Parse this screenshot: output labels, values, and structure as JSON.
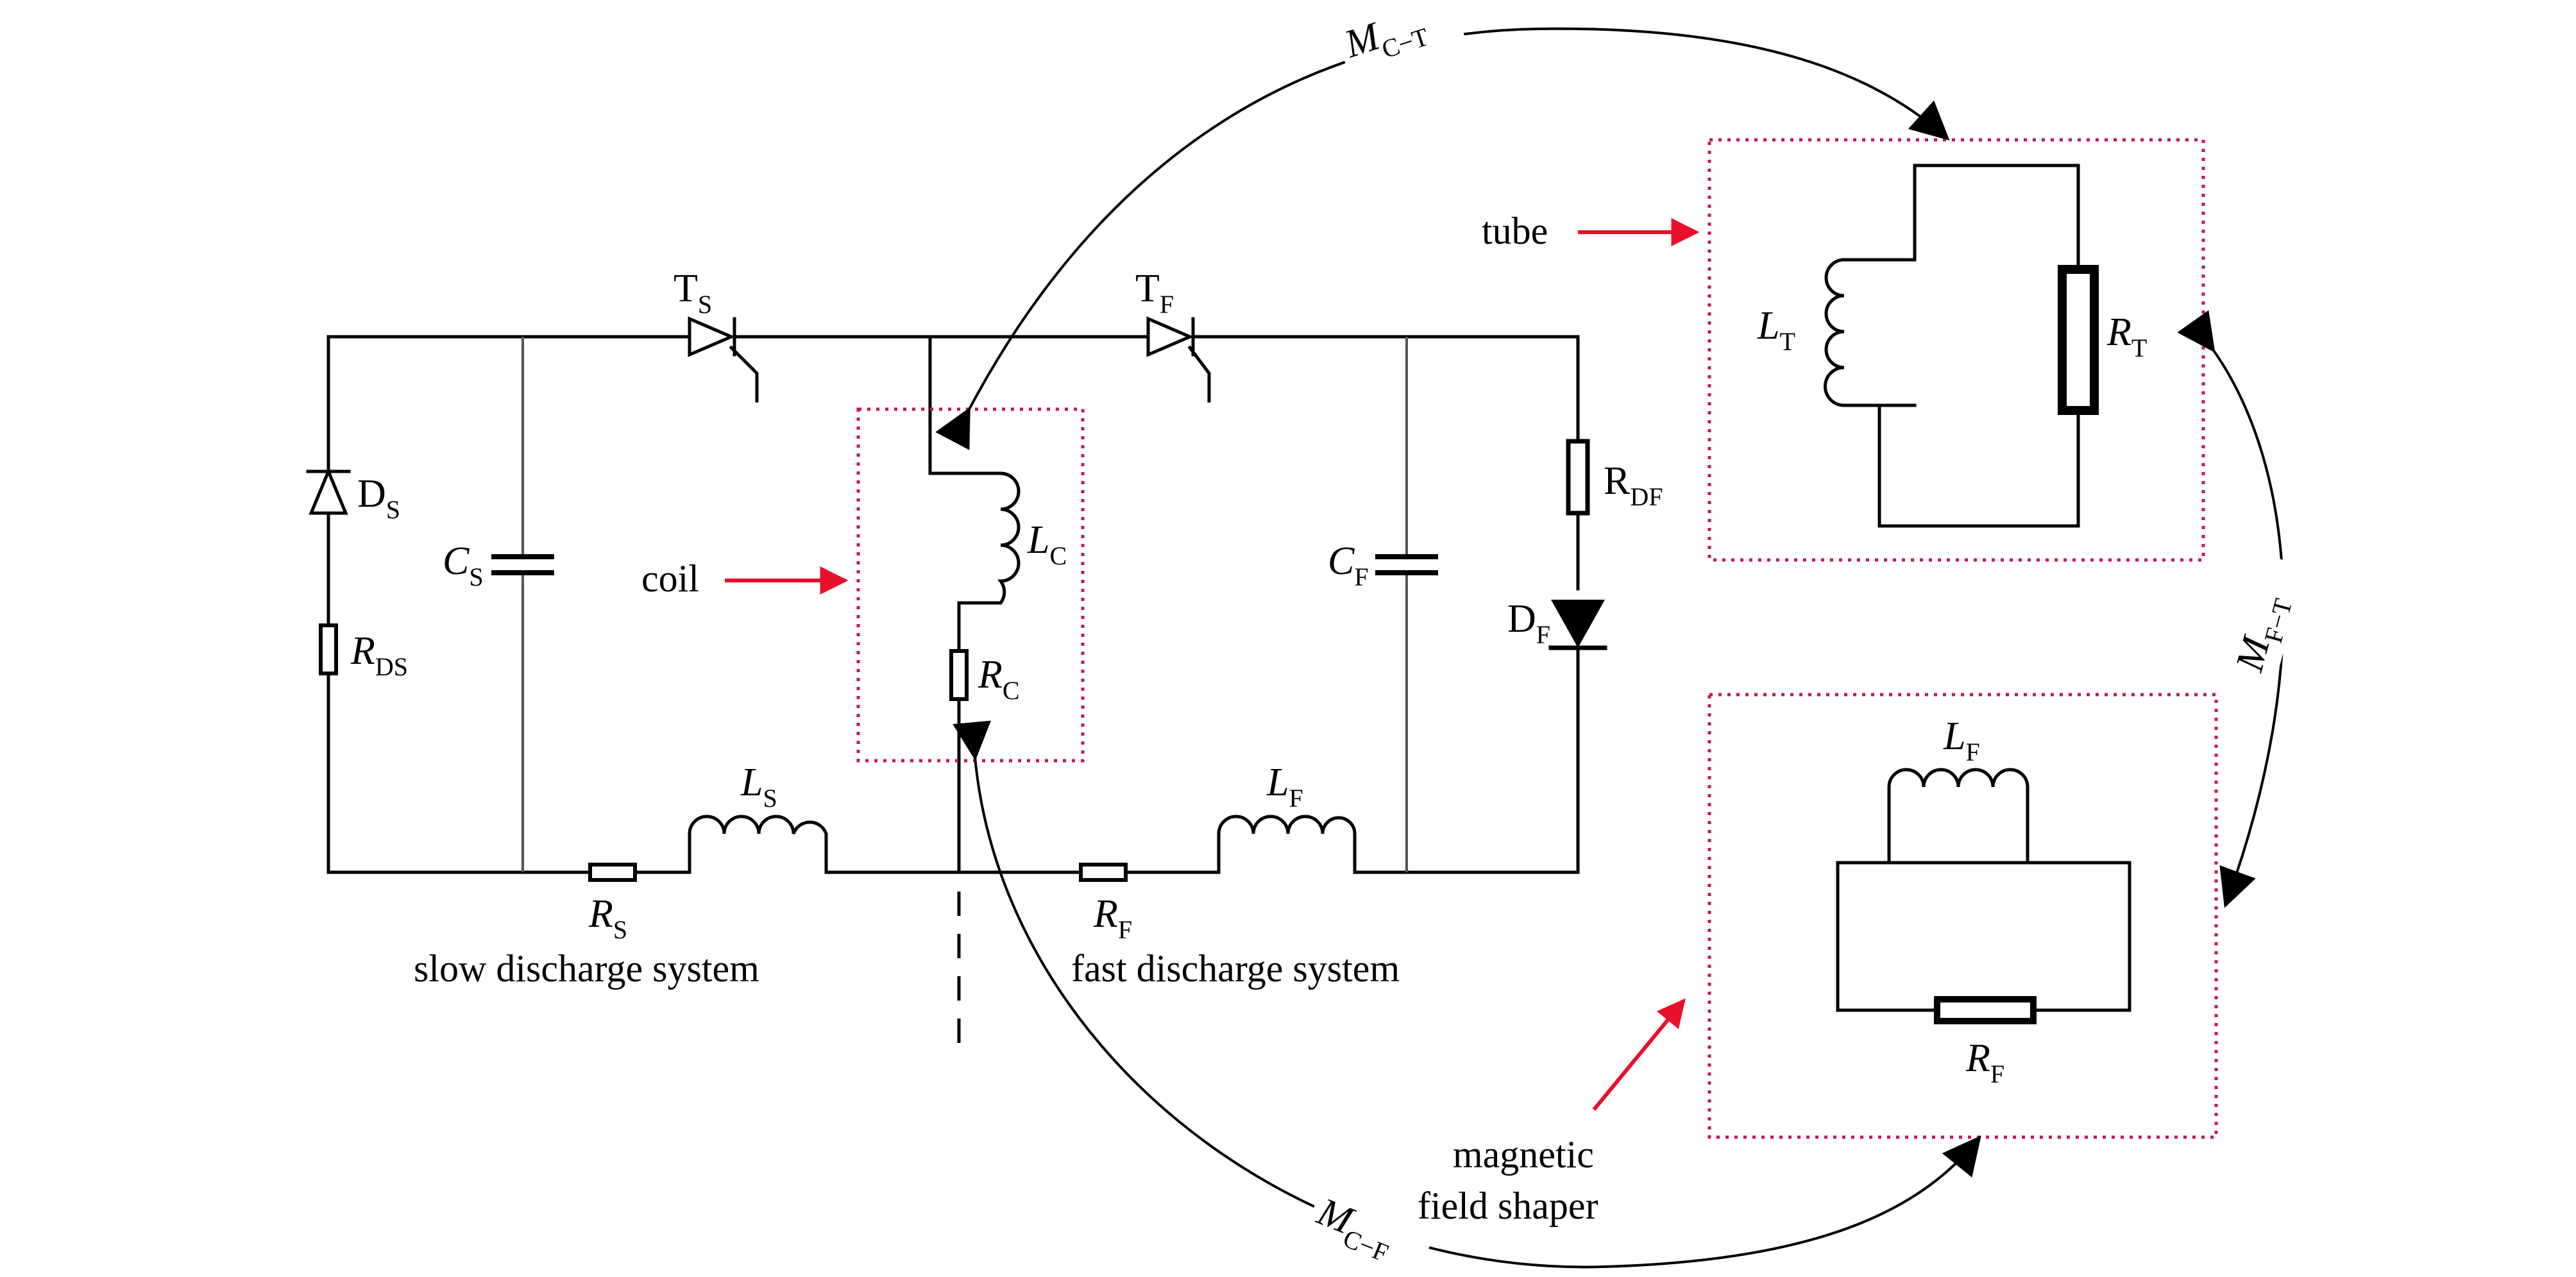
{
  "colors": {
    "wire": "#000000",
    "box_border": "#c2185b",
    "arrow_red": "#e8102a",
    "background": "#ffffff"
  },
  "labels": {
    "Ts": {
      "main": "T",
      "sub": "S",
      "italic": false
    },
    "Tf": {
      "main": "T",
      "sub": "F",
      "italic": false
    },
    "Ds": {
      "main": "D",
      "sub": "S",
      "italic": false
    },
    "Cs": {
      "main": "C",
      "sub": "S",
      "italic": true
    },
    "Rds": {
      "main": "R",
      "sub": "DS",
      "italic": true
    },
    "Lc": {
      "main": "L",
      "sub": "C",
      "italic": true
    },
    "Rc": {
      "main": "R",
      "sub": "C",
      "italic": true
    },
    "Cf": {
      "main": "C",
      "sub": "F",
      "italic": true
    },
    "Rdf": {
      "main": "R",
      "sub": "DF",
      "italic": false
    },
    "Df": {
      "main": "D",
      "sub": "F",
      "italic": false
    },
    "Ls": {
      "main": "L",
      "sub": "S",
      "italic": true
    },
    "Rs": {
      "main": "R",
      "sub": "S",
      "italic": true
    },
    "Lf": {
      "main": "L",
      "sub": "F",
      "italic": true
    },
    "Rf": {
      "main": "R",
      "sub": "F",
      "italic": true
    },
    "Lt": {
      "main": "L",
      "sub": "T",
      "italic": true
    },
    "Rt": {
      "main": "R",
      "sub": "T",
      "italic": true
    },
    "Lf_shaper": {
      "main": "L",
      "sub": "F",
      "italic": true
    },
    "Rf_shaper": {
      "main": "R",
      "sub": "F",
      "italic": true
    },
    "Mct": {
      "main": "M",
      "sub": "C−T",
      "italic": true
    },
    "Mcf": {
      "main": "M",
      "sub": "C−F",
      "italic": true
    },
    "Mft": {
      "main": "M",
      "sub": "F−T",
      "italic": true
    }
  },
  "captions": {
    "slow": "slow discharge system",
    "fast": "fast discharge system",
    "coil": "coil",
    "tube": "tube",
    "shaper_line1": "magnetic",
    "shaper_line2": "field shaper"
  }
}
